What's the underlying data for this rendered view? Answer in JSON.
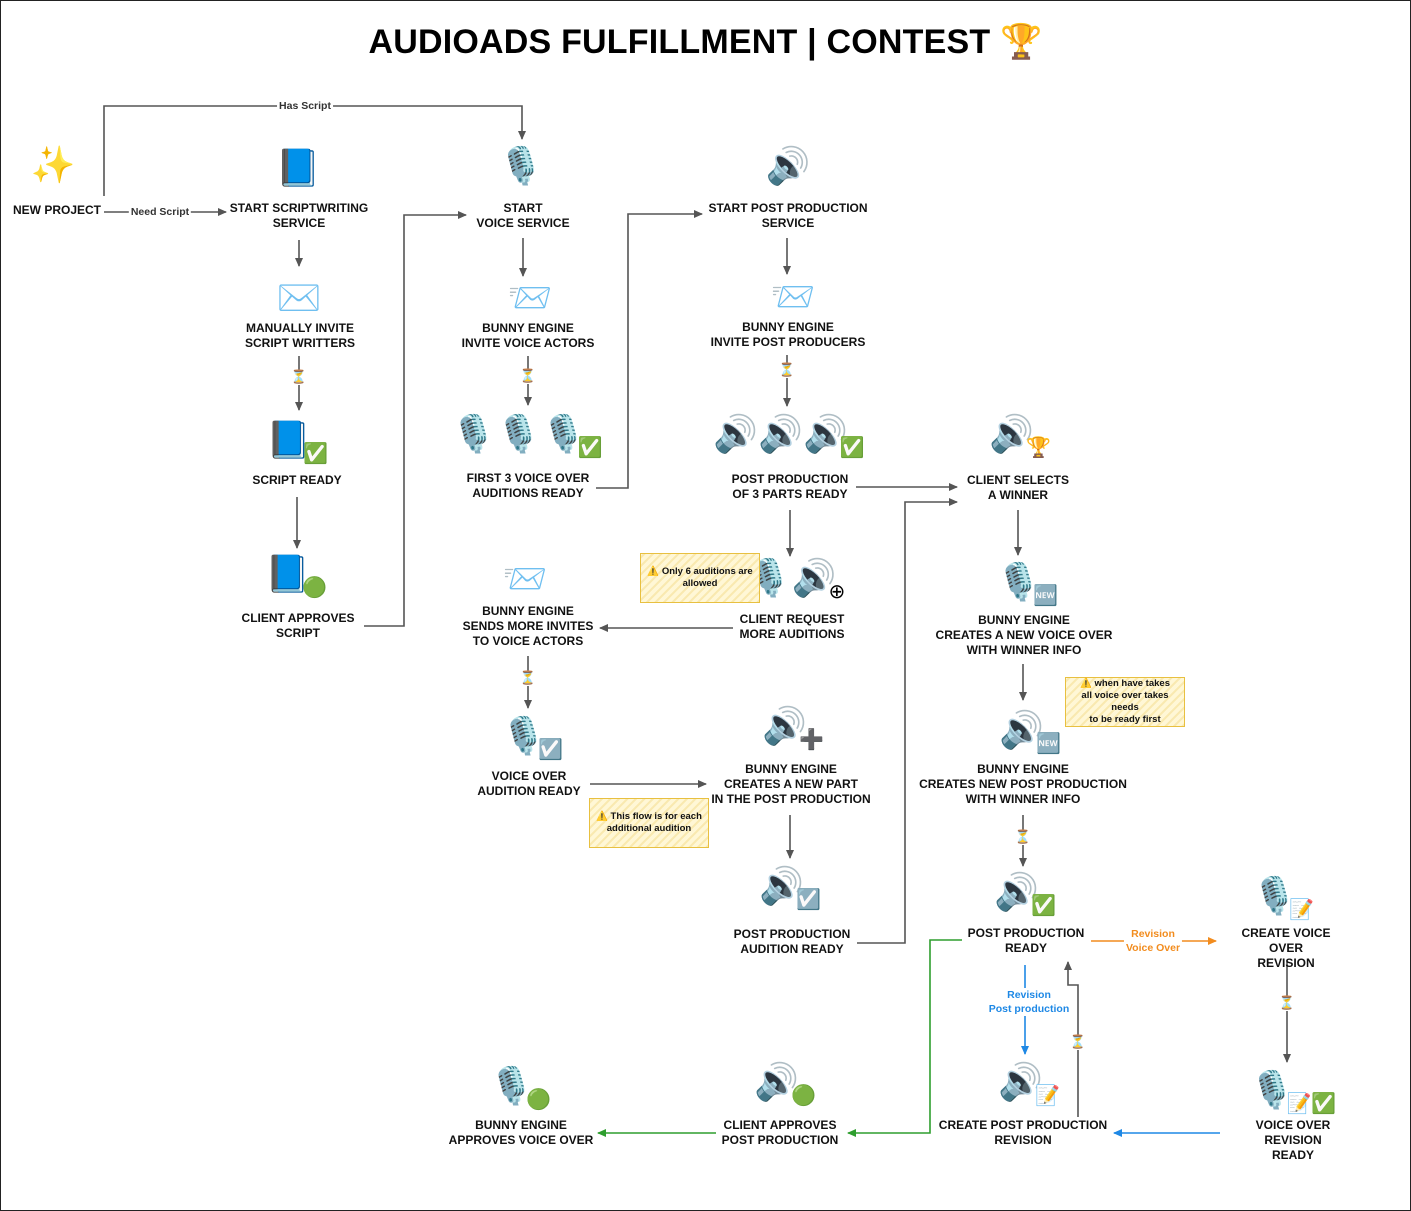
{
  "title": "AUDIOADS FULFILLMENT | CONTEST 🏆",
  "edge_labels": {
    "has_script": "Has Script",
    "need_script": "Need Script",
    "revision_voice_over": "Revision\nVoice Over",
    "revision_post_production": "Revision\nPost production"
  },
  "nodes": {
    "new_project": {
      "label": "NEW PROJECT",
      "icon": "sparkles-icon"
    },
    "start_scriptwriting": {
      "label": "START SCRIPTWRITING\nSERVICE",
      "icon": "blue-book-icon"
    },
    "manually_invite": {
      "label": "MANUALLY INVITE\nSCRIPT WRITTERS",
      "icon": "envelope-icon"
    },
    "script_ready": {
      "label": "SCRIPT READY",
      "icon": "book-check-icon"
    },
    "client_approves_script": {
      "label": "CLIENT APPROVES\nSCRIPT",
      "icon": "book-green-dot-icon"
    },
    "start_voice": {
      "label": "START\nVOICE SERVICE",
      "icon": "microphone-icon"
    },
    "bunny_invite_voice": {
      "label": "BUNNY ENGINE\nINVITE VOICE ACTORS",
      "icon": "flying-envelope-icon"
    },
    "first_3_voice": {
      "label": "FIRST 3 VOICE OVER\nAUDITIONS READY",
      "icon": "three-mics-check-icon"
    },
    "start_post": {
      "label": "START POST PRODUCTION\nSERVICE",
      "icon": "speaker-icon"
    },
    "bunny_invite_post": {
      "label": "BUNNY ENGINE\nINVITE POST PRODUCERS",
      "icon": "flying-envelope-icon"
    },
    "post_3_parts": {
      "label": "POST PRODUCTION\nOF 3 PARTS READY",
      "icon": "three-speakers-check-icon"
    },
    "client_selects_winner": {
      "label": "CLIENT SELECTS\nA WINNER",
      "icon": "speaker-trophy-icon"
    },
    "client_request_more": {
      "label": "CLIENT REQUEST\nMORE AUDITIONS",
      "icon": "mic-speaker-plus-icon"
    },
    "bunny_sends_more": {
      "label": "BUNNY ENGINE\nSENDS MORE INVITES\nTO VOICE ACTORS",
      "icon": "flying-envelope-icon"
    },
    "voice_audition_ready": {
      "label": "VOICE OVER\nAUDITION READY",
      "icon": "mic-checkbox-icon"
    },
    "bunny_new_part": {
      "label": "BUNNY ENGINE\nCREATES A NEW PART\nIN THE POST PRODUCTION",
      "icon": "speaker-plus-icon"
    },
    "post_audition_ready": {
      "label": "POST PRODUCTION\nAUDITION READY",
      "icon": "speaker-checkbox-icon"
    },
    "bunny_new_voice_winner": {
      "label": "BUNNY ENGINE\nCREATES A NEW VOICE OVER\nWITH WINNER INFO",
      "icon": "mic-new-icon"
    },
    "bunny_new_post_winner": {
      "label": "BUNNY ENGINE\nCREATES NEW POST PRODUCTION\nWITH WINNER INFO",
      "icon": "speaker-new-icon"
    },
    "post_production_ready": {
      "label": "POST PRODUCTION\nREADY",
      "icon": "speaker-check-icon"
    },
    "create_voice_revision": {
      "label": "CREATE VOICE OVER\nREVISION",
      "icon": "mic-memo-icon"
    },
    "voice_revision_ready": {
      "label": "VOICE OVER REVISION\nREADY",
      "icon": "mic-memo-check-icon"
    },
    "create_post_revision": {
      "label": "CREATE POST PRODUCTION\nREVISION",
      "icon": "speaker-memo-icon"
    },
    "client_approves_post": {
      "label": "CLIENT APPROVES\nPOST PRODUCTION",
      "icon": "speaker-green-dot-icon"
    },
    "bunny_approves_voice": {
      "label": "BUNNY ENGINE\nAPPROVES VOICE OVER",
      "icon": "mic-green-dot-icon"
    }
  },
  "notes": {
    "only_6": "⚠️ Only 6 auditions are\nallowed",
    "each_additional": "⚠️ This flow is for each\nadditional audition",
    "when_takes": "⚠️ when have takes\nall voice over takes needs\nto be ready first"
  },
  "colors": {
    "edge": "#555555",
    "orange": "#f28c1e",
    "blue": "#1e88e5",
    "green": "#2e9e2e",
    "note_border": "#e8c040"
  }
}
